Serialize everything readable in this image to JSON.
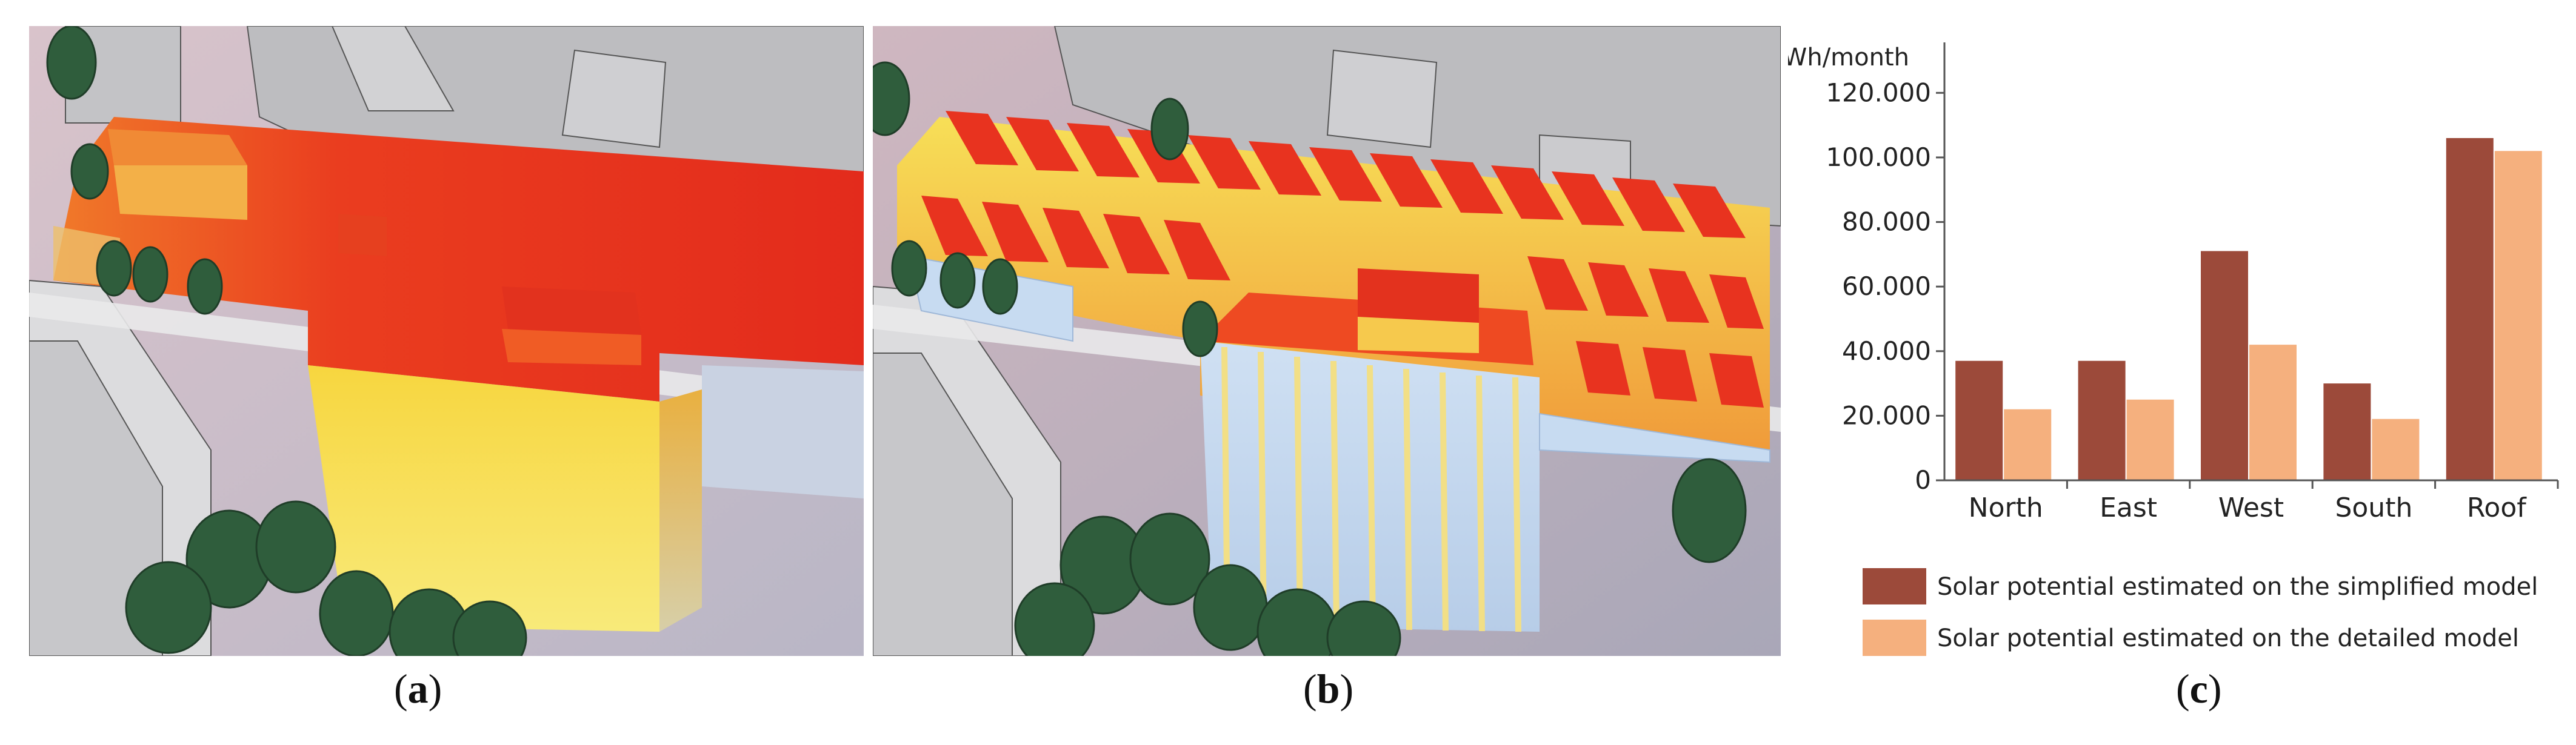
{
  "figure": {
    "labels": {
      "a": {
        "open": "(",
        "letter": "a",
        "close": ")"
      },
      "b": {
        "open": "(",
        "letter": "b",
        "close": ")"
      },
      "c": {
        "open": "(",
        "letter": "c",
        "close": ")"
      }
    }
  },
  "colors": {
    "simplified": "#9c4a3a",
    "detailed": "#f5b07e",
    "solar_hot": "#e8321e",
    "solar_warm": "#f6e35a",
    "solar_cool": "#bcd6ef",
    "context_grey": "#c9c9cc",
    "tree": "#2e5a3a"
  },
  "chart_data": {
    "type": "bar",
    "ylabel": "kWh/month",
    "categories": [
      "North",
      "East",
      "West",
      "South",
      "Roof"
    ],
    "ylim": [
      0,
      130000
    ],
    "yticks": [
      0,
      20000,
      40000,
      60000,
      80000,
      100000,
      120000
    ],
    "ytick_labels": [
      "0",
      "20.000",
      "40.000",
      "60.000",
      "80.000",
      "100.000",
      "120.000"
    ],
    "series": [
      {
        "name": "Solar potential estimated on the simplified model",
        "values": [
          37000,
          37000,
          71000,
          30000,
          106000
        ],
        "color": "#9c4a3a"
      },
      {
        "name": "Solar potential estimated on the detailed model",
        "values": [
          22000,
          25000,
          42000,
          19000,
          102000
        ],
        "color": "#f5b07e"
      }
    ],
    "grid": false,
    "legend": "bottom"
  }
}
